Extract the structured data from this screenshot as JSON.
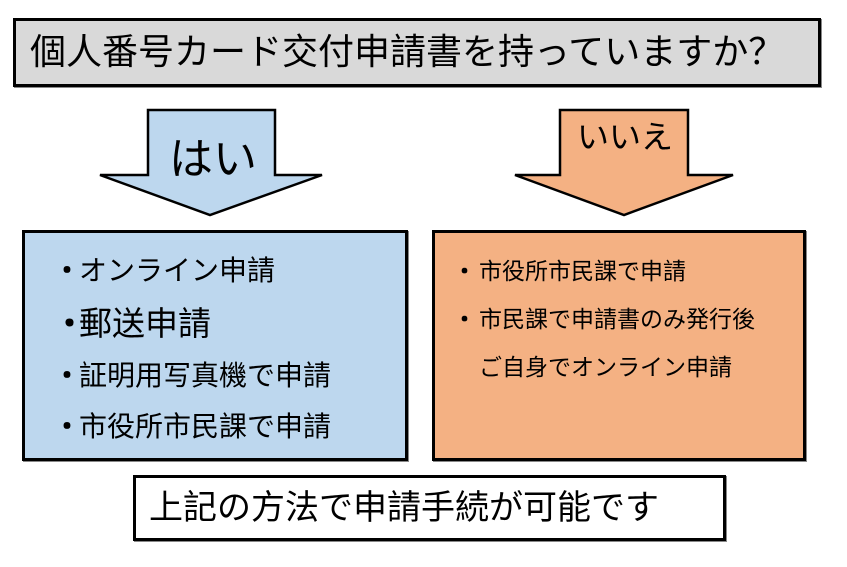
{
  "title": "個人番号カード交付申請書を持っていますか？",
  "colors": {
    "title_bg": "#d9d9d9",
    "yes": "#bdd7ee",
    "no": "#f4b183",
    "border": "#000000"
  },
  "yes_branch": {
    "label": "はい",
    "bullet": "・",
    "items": [
      "オンライン申請",
      "郵送申請",
      "証明用写真機で申請",
      "市役所市民課で申請"
    ]
  },
  "no_branch": {
    "label": "いいえ",
    "bullet": "・",
    "items": [
      "市役所市民課で申請",
      "市民課で申請書のみ発行後",
      "ご自身でオンライン申請"
    ]
  },
  "conclusion": "上記の方法で申請手続が可能です"
}
